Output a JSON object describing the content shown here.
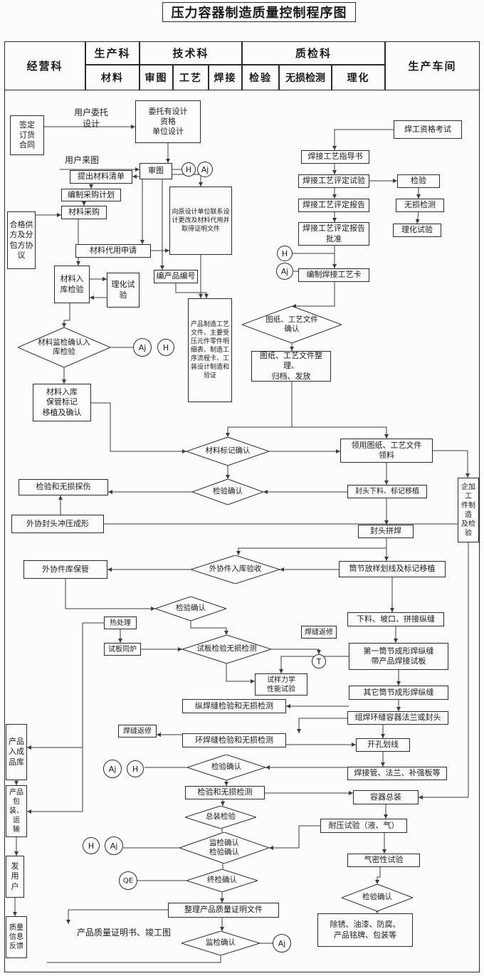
{
  "title": "压力容器制造质量控制程序图",
  "header": {
    "jingyingke": "经营科",
    "shengchanke": "生产科",
    "cailiao": "材料",
    "jishuke": "技术科",
    "shentu": "审图",
    "gongyi": "工艺",
    "hanjie": "焊接",
    "zhijianke": "质检科",
    "jianyan": "检验",
    "wusun": "无损检测",
    "lihua": "理化",
    "chejian": "生产车间"
  },
  "marks": {
    "h": "H",
    "aj": "Aj",
    "t": "T",
    "qe": "QE"
  },
  "nodes": {
    "sign_contract": "签定\n订货\n合同",
    "client_entrust": "用户委托\n设计",
    "entrust_design": "委托有设计\n资格\n单位设计",
    "client_drawing": "用户来图",
    "review_drawing": "审图",
    "material_list": "提出材料清单",
    "purchase_plan": "编制采购计划",
    "material_purchase": "材料采购",
    "contact_design_org": "向原设计单位联系设计更改及材料代用并取得证明文件",
    "qualified_supplier": "合格供\n方及分\n包方协\n议",
    "material_substitution": "材料代用申请",
    "material_incoming_check": "材料入\n库检验",
    "physchem_test_left": "理化试\n验",
    "product_number": "编产品编号",
    "process_docs": "产品制造工艺文件、主要受压元件零件明细表、制造工序流程卡、工装设计制造和验证",
    "material_supervise_check": "材料监检确认入\n库检验",
    "material_storage": "材料入库\n保管标记\n移植及确认",
    "welder_exam": "焊工资格考试",
    "welding_guide": "焊接工艺指导书",
    "pqr_test": "焊接工艺评定试验",
    "check_box1": "检验",
    "pqr_report": "焊接工艺评定报告",
    "ndt_box1": "无损检测",
    "pqr_approval": "焊接工艺评定报告\n批准",
    "physchem_test_right": "理化试验",
    "welding_card": "编制焊接工艺卡",
    "docs_confirm": "图纸、工艺文件\n确认",
    "docs_archive": "图纸、工艺文件整理、\n归档、发放",
    "docs_receive": "领用图纸、工艺文件\n领料",
    "material_mark_confirm": "材料标记确认",
    "check_confirm_1": "检验确认",
    "head_blanking": "封头下料、标记移植",
    "check_ndt_probe": "检验和无损探伤",
    "head_pressing": "外协封头冲压成形",
    "head_welding": "封头拼焊",
    "outsourced_storage": "外协件库保管",
    "outsourced_acceptance": "外协件入库验收",
    "shell_marking": "筒节放样划线及标记移植",
    "enterprise_parts": "企加工\n件制造\n及检验",
    "check_confirm_2": "检验确认",
    "blanking_groove": "下料、坡口、拼接纵缝",
    "heat_treatment": "热处理",
    "weld_repair_1": "焊缝返修",
    "test_plate_furnace": "试板同炉",
    "test_plate_check": "试板检验无损检测",
    "first_shell": "第一筒节成形焊纵缝\n带产品焊接试板",
    "sample_mech_test": "试样力学\n性能试验",
    "other_shell": "其它筒节成形焊纵缝",
    "long_weld_check": "纵焊缝检验和无损检测",
    "circ_weld_assembly": "组焊环缝容器法兰或封头",
    "weld_repair_2": "焊缝返修",
    "circ_weld_check": "环焊缝检验和无损检测",
    "hole_marking": "开孔划线",
    "check_confirm_3": "检验确认",
    "pipe_flange_welding": "焊接管、法兰、补强板等",
    "check_ndt_2": "检验和无损检测",
    "vessel_assembly": "容器总装",
    "assembly_check": "总装检验",
    "pressure_test": "耐压试验（液、气）",
    "supervise_check_confirm": "监检确认\n检验确认",
    "airtight_test": "气密性试验",
    "final_check": "终检确认",
    "check_confirm_4": "检验确认",
    "quality_doc_arrange": "整理产品质量证明文件",
    "rust_paint": "除锈、油漆、防腐、\n产品铭牌、包装等",
    "quality_certificate": "产品质量证明书、竣工图",
    "supervise_confirm_2": "监检确认",
    "finished_storage": "产品\n入成\n品库",
    "packing_transport": "产品包\n装、运\n输",
    "send_user": "发\n用\n户",
    "quality_feedback": "质量\n信息\n反馈"
  }
}
